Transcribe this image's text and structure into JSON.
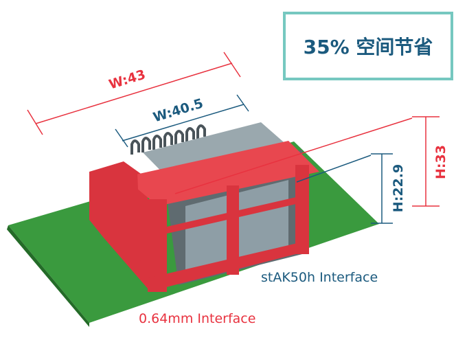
{
  "callout": {
    "text": "35% 空间节省"
  },
  "dimensions": {
    "outer_width": "W:43",
    "inner_width": "W:40.5",
    "inner_height": "H:22.9",
    "outer_height": "H:33"
  },
  "labels": {
    "stak_interface": "stAK50h Interface",
    "pitch_interface": "0.64mm Interface"
  },
  "colors": {
    "red": "#e8323f",
    "blue": "#1b5a7e",
    "teal": "#76c8c0",
    "board": "#3a9a3e",
    "housing": "#d9343e",
    "insert": "#8e9ea6"
  }
}
